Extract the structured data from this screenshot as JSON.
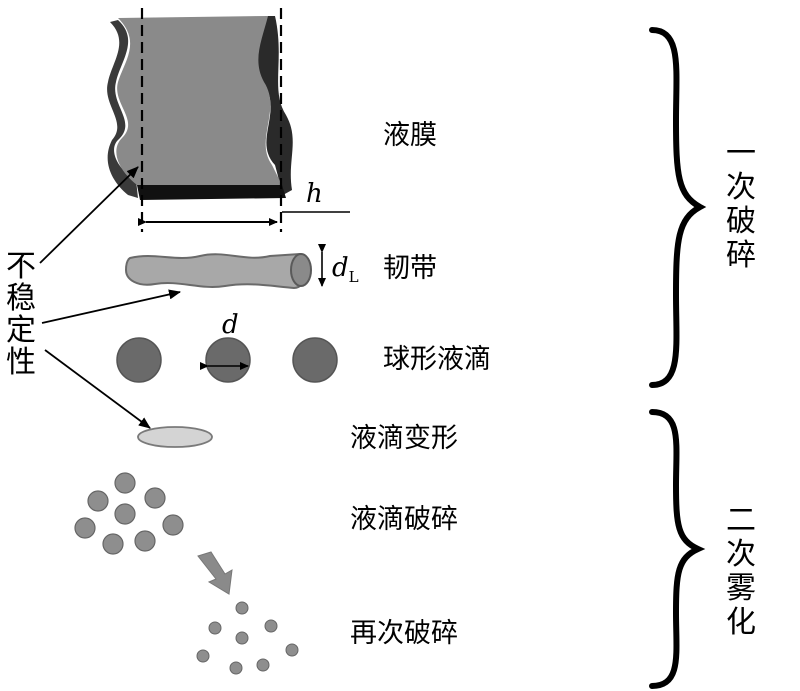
{
  "stages": {
    "liquid_film": "液膜",
    "ligament": "韧带",
    "spherical_droplet": "球形液滴",
    "droplet_deformation": "液滴变形",
    "droplet_breakup": "液滴破碎",
    "rebreakup": "再次破碎"
  },
  "instability": [
    "不",
    "稳",
    "定",
    "性"
  ],
  "primary_breakup": [
    "一",
    "次",
    "破",
    "碎"
  ],
  "secondary_atomization": [
    "二",
    "次",
    "雾",
    "化"
  ],
  "symbols": {
    "h": "h",
    "d": "d",
    "dL_main": "d",
    "dL_sub": "L"
  },
  "colors": {
    "film_face": "#8a8a8a",
    "film_dark": "#111111",
    "ligament": "#a8a8a8",
    "droplet": "#6a6a6a",
    "deformed": "#d4d4d4",
    "small_drop": "#8e8e8e",
    "arrow_fill": "#8a8a8a"
  }
}
